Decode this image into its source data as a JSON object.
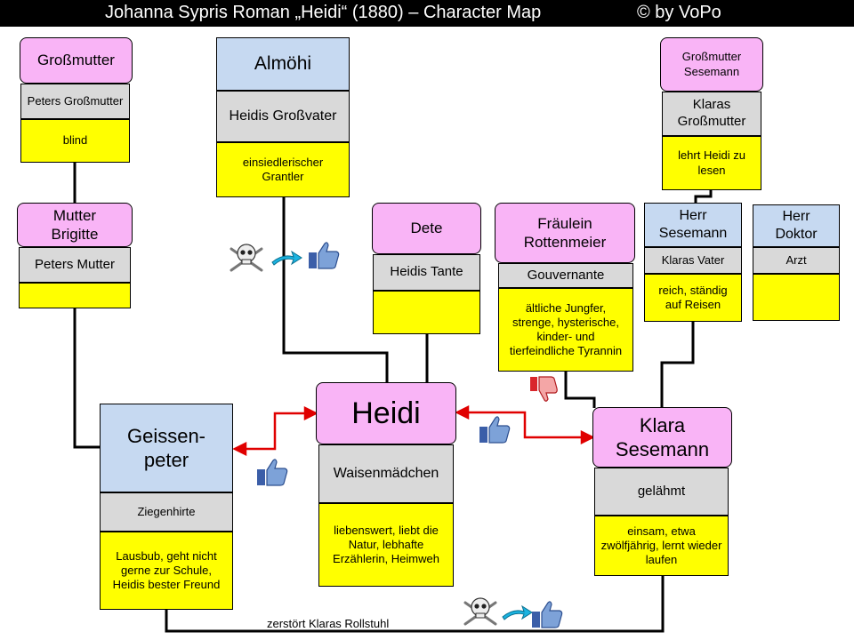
{
  "header": {
    "title": "Johanna Sypris Roman „Heidi“ (1880) – Character Map",
    "credit": "©     by VoPo"
  },
  "characters": {
    "grossmutter": {
      "name": "Großmutter",
      "role": "Peters Großmutter",
      "trait": "blind"
    },
    "almoehi": {
      "name": "Almöhi",
      "role": "Heidis Großvater",
      "trait": "einsiedlerischer Grantler"
    },
    "grossmutter_sesemann": {
      "name": "Großmutter Sesemann",
      "role": "Klaras Großmutter",
      "trait": "lehrt Heidi zu lesen"
    },
    "mutter_brigitte": {
      "name": "Mutter Brigitte",
      "role": "Peters Mutter",
      "trait": ""
    },
    "dete": {
      "name": "Dete",
      "role": "Heidis Tante",
      "trait": ""
    },
    "rottenmeier": {
      "name": "Fräulein Rottenmeier",
      "role": "Gouvernante",
      "trait": "ältliche Jungfer, strenge, hysterische, kinder- und tierfeindliche Tyrannin"
    },
    "herr_sesemann": {
      "name": "Herr Sesemann",
      "role": "Klaras Vater",
      "trait": "reich, ständig auf Reisen"
    },
    "herr_doktor": {
      "name": "Herr Doktor",
      "role": "Arzt",
      "trait": ""
    },
    "heidi": {
      "name": "Heidi",
      "role": "Waisenmädchen",
      "trait": "liebenswert, liebt die Natur, lebhafte Erzählerin, Heimweh"
    },
    "geissenpeter": {
      "name": "Geissen-peter",
      "role": "Ziegenhirte",
      "trait": "Lausbub, geht nicht gerne zur Schule, Heidis bester Freund"
    },
    "klara": {
      "name": "Klara Sesemann",
      "role": "gelähmt",
      "trait": "einsam, etwa zwölfjährig, lernt wieder laufen"
    }
  },
  "relations": {
    "rollstuhl_label": "zerstört Klaras Rollstuhl"
  },
  "icons": {
    "thumbs_up": "thumbs-up-icon",
    "thumbs_down": "thumbs-down-icon",
    "skull": "skull-crossbones-icon",
    "arrow": "arrow-icon"
  },
  "colors": {
    "name_box": "#f9b4f6",
    "male_box": "#c6d9f1",
    "role_box": "#d9d9d9",
    "trait_box": "#ffff00",
    "relation_arrow": "#e00000",
    "thumb_up": "#3b5ea8",
    "thumb_down": "#d9262c",
    "arrow": "#1bb3e0"
  }
}
